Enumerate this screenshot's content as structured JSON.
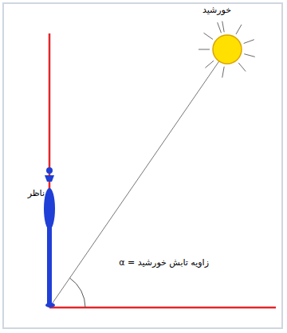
{
  "diagram": {
    "labels": [
      "خورشید",
      "ناظر",
      "زاویه تابش خورشید = α"
    ]
  }
}
